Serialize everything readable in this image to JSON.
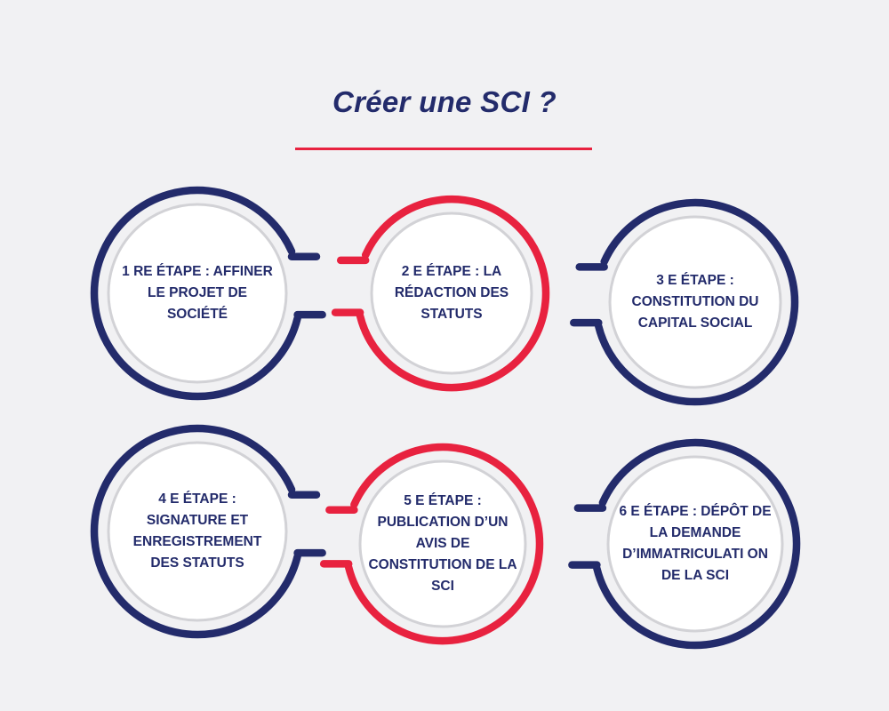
{
  "colors": {
    "background": "#f1f1f3",
    "navy": "#232b6b",
    "red": "#e8223f",
    "circle_fill": "#ffffff",
    "circle_outline": "#d2d2d6"
  },
  "title": "Créer une SCI ?",
  "steps": [
    {
      "label": "1 RE ÉTAPE : AFFINER LE PROJET DE SOCIÉTÉ",
      "ring_color": "navy"
    },
    {
      "label": "2 E ÉTAPE : LA RÉDACTION DES STATUTS",
      "ring_color": "red"
    },
    {
      "label": "3 E ÉTAPE : CONSTITUTION DU CAPITAL SOCIAL",
      "ring_color": "navy"
    },
    {
      "label": "4 E ÉTAPE : SIGNATURE ET ENREGISTREMENT DES STATUTS",
      "ring_color": "navy"
    },
    {
      "label": "5 E ÉTAPE : PUBLICATION D’UN AVIS DE CONSTITUTION DE LA SCI",
      "ring_color": "red"
    },
    {
      "label": "6 E ÉTAPE : DÉPÔT DE LA DEMANDE D’IMMATRICULATI ON DE LA SCI",
      "ring_color": "navy"
    }
  ]
}
